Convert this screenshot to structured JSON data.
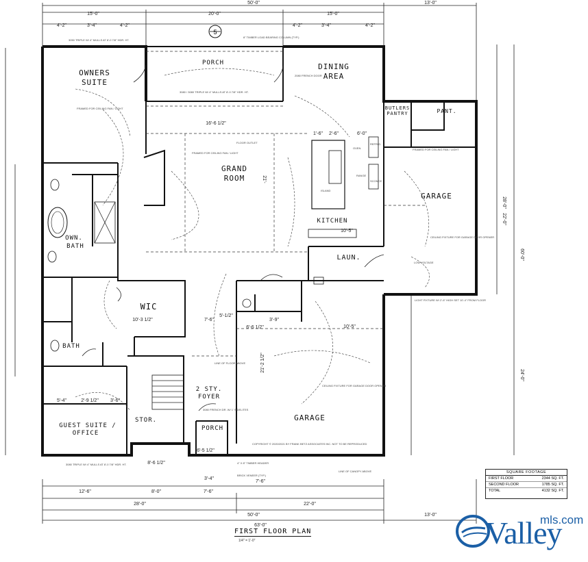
{
  "plan_title": "FIRST FLOOR PLAN",
  "plan_scale": "1/4\" = 1'-0\"",
  "north_marker": "5",
  "rooms": {
    "owners_suite_1": "OWNERS",
    "owners_suite_2": "SUITE",
    "porch_rear": "PORCH",
    "dining_1": "DINING",
    "dining_2": "AREA",
    "butlers_1": "BUTLERS",
    "butlers_2": "PANTRY",
    "pantry": "PANT.",
    "grand_1": "GRAND",
    "grand_2": "ROOM",
    "kitchen": "KITCHEN",
    "garage_side": "GARAGE",
    "own_bath_1": "OWN.",
    "own_bath_2": "BATH",
    "laun": "LAUN.",
    "wic": "WIC",
    "bath": "BATH",
    "foyer_1": "2 STY.",
    "foyer_2": "FOYER",
    "garage_front": "GARAGE",
    "guest_1": "GUEST SUITE /",
    "guest_2": "OFFICE",
    "stor": "STOR.",
    "porch_front": "PORCH"
  },
  "dimensions": {
    "top_total": "50'-0\"",
    "top_right": "13'-0\"",
    "top_a": "15'-0\"",
    "top_b": "20'-0\"",
    "top_c": "15'-0\"",
    "top_s1": "4'-2\"",
    "top_s2": "3'-4\"",
    "top_s3": "4'-2\"",
    "top_s4": "4'-2\"",
    "top_s5": "3'-4\"",
    "top_s6": "4'-2\"",
    "bot_total": "50'-0\"",
    "bot_right": "13'-0\"",
    "bot_overall": "63'-0\"",
    "bot_a": "28'-0\"",
    "bot_b": "22'-0\"",
    "bot_c": "12'-6\"",
    "bot_d": "8'-0\"",
    "bot_e": "7'-6\"",
    "bot_f": "7'-6\"",
    "right_a": "28'-0\"",
    "right_b": "22'-0\"",
    "right_c": "24'-0\"",
    "right_overall": "60'-0\"",
    "grand_w": "16'-6 1/2\"",
    "grand_h": "21'-",
    "wic_w": "10'-3 1/2\"",
    "garage_h": "21'-2 1/2\"",
    "kitchen_a": "1'-6\"",
    "kitchen_b": "2'-6\"",
    "kitchen_c": "6'-0\"",
    "kitchen_d": "10'-5\"",
    "laun_w": "10'-5\"",
    "guest_a": "5'-4\"",
    "guest_b": "2'-9 1/2\"",
    "guest_c": "3'-6\"",
    "foyer_a": "7'-6\"",
    "foyer_b": "5'-1/2\"",
    "garage_a": "6'-6 1/2\"",
    "garage_b": "3'-9\"",
    "porch_w": "3'-4\"",
    "porch_a": "6'-5 1/2\"",
    "stor_a": "8'-6 1/2\""
  },
  "notes": {
    "n1": "3050 TRIPLE W/ 4\" MULLS AT 8'-0 7/8\" HDR. HT.",
    "n2": "8\" TIMBER LOAD BEARING COLUMN (TYP.)",
    "n3": "2080 FRENCH DOOR",
    "n4": "FRAMED FOR CEILING FAN / LIGHT",
    "n5": "3080 / 3080 TRIPLE W/ 4\" MULLS AT 8'-0 7/8\" HDR. HT.",
    "n6": "FLOOR OUTLET",
    "n7": "CEILING FIXTURE FOR GARAGE DOOR OPENER",
    "n8": "COPYRIGHT © 2020/2021 BY FRANK BETZ ASSOCIATES INC. NOT TO BE REPRODUCED",
    "n9": "LIGHT FIXTURE W/ 2'-6\" HIGH SET 10'-4\" FROM FLOOR",
    "n10": "LOW VOLTAGE",
    "n11": "LINE OF FLOOR ABOVE",
    "n12": "3080 FRENCH DR. W/ 1' SIDELITES",
    "n13": "BRICK VENEER (TYP.)",
    "n14": "4\" X 8\" TIMBER HEADER",
    "n15": "LINE OF CANOPY ABOVE",
    "n16": "3080 TRIPLE W/ 4\" MULLS AT 8'-0 7/8\" HDR. HT.",
    "n17": "ISLAND",
    "n18": "RANGE",
    "n19": "OVEN",
    "n20": "SCONCE",
    "n21": "REFRIG."
  },
  "sqft": {
    "header": "SQUARE FOOTAGE",
    "first_label": "FIRST FLOOR",
    "first_value": "2344 SQ. FT.",
    "second_label": "SECOND FLOOR",
    "second_value": "1785 SQ. FT.",
    "total_label": "TOTAL",
    "total_value": "4132 SQ. FT."
  },
  "logo": {
    "word": "Valley",
    "sub": "mls.com"
  },
  "colors": {
    "logo_blue": "#1b5fa6",
    "ink": "#111111"
  }
}
